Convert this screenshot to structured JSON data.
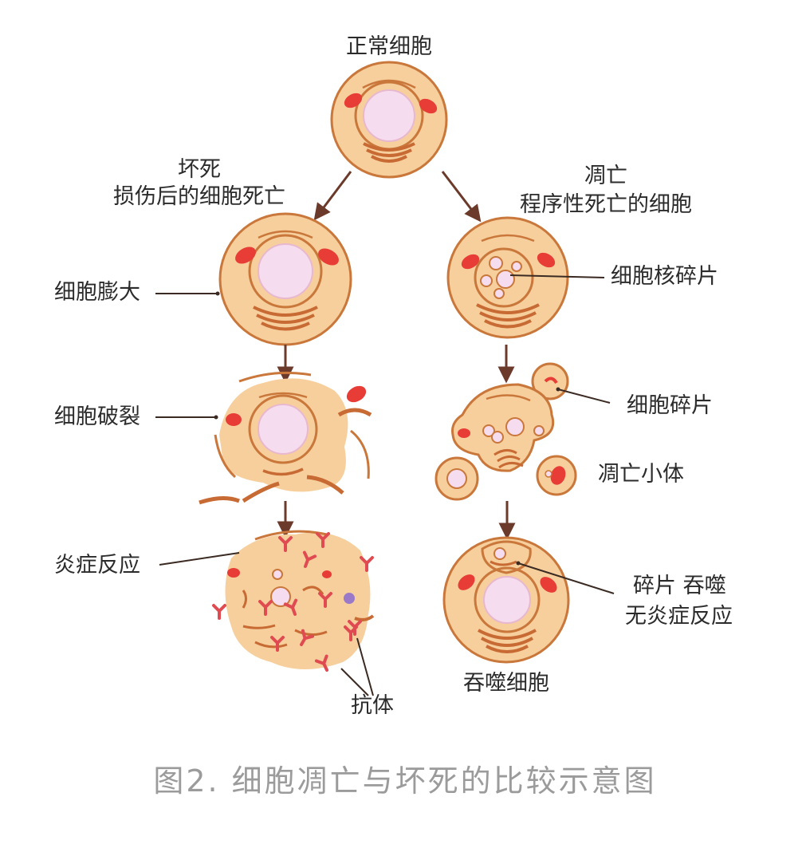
{
  "labels": {
    "normal_cell": "正常细胞",
    "necrosis_title": "坏死",
    "necrosis_subtitle": "损伤后的细胞死亡",
    "apoptosis_title": "凋亡",
    "apoptosis_subtitle": "程序性死亡的细胞",
    "cell_swelling": "细胞膨大",
    "cell_rupture": "细胞破裂",
    "inflammation": "炎症反应",
    "antibody": "抗体",
    "nuclear_fragments": "细胞核碎片",
    "cell_fragments": "细胞碎片",
    "apoptotic_bodies": "凋亡小体",
    "phagocytosis_line1": "碎片 吞噬",
    "phagocytosis_line2": "无炎症反应",
    "phagocyte": "吞噬细胞"
  },
  "caption": "图2. 细胞凋亡与坏死的比较示意图",
  "colors": {
    "cytoplasm": "#f7cf9d",
    "membrane": "#c9773a",
    "nucleus": "#f6dcef",
    "organelle_red": "#e83c36",
    "golgi": "#c86a33",
    "arrow": "#6b3a2a",
    "antibody": "#e04b52",
    "vesicle_purple": "#9b79c9"
  }
}
